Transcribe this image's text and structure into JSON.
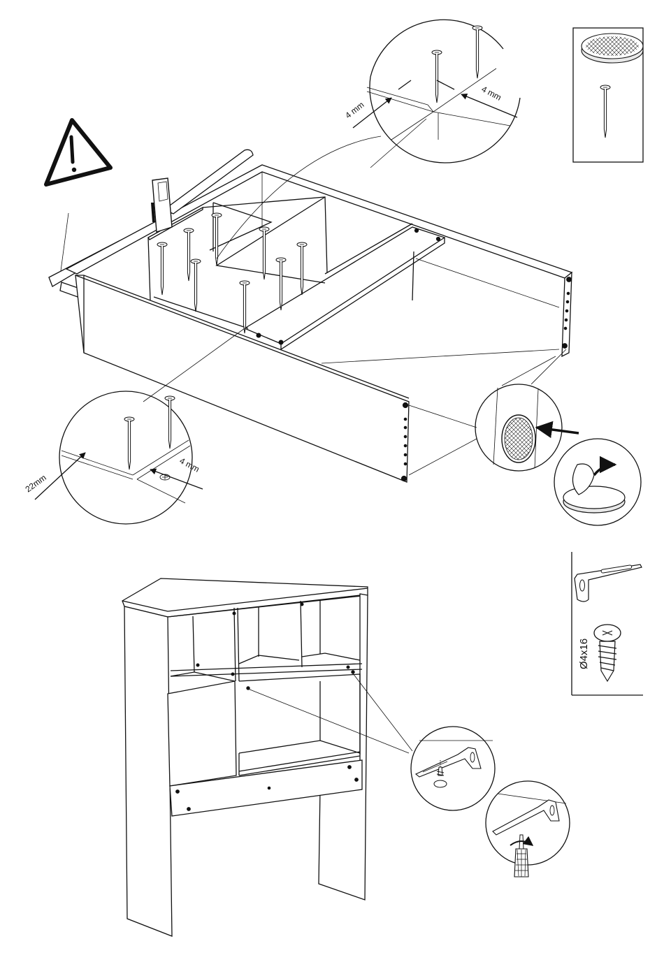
{
  "labels": {
    "gap_top_left": "4 mm",
    "gap_top_right": "4 mm",
    "gap_bottom_left": "22mm",
    "gap_bottom_right": "4 mm",
    "screw_size": "Ø4x16"
  },
  "colors": {
    "line": "#111111",
    "background": "#ffffff",
    "pad_fill": "#e9e9e9"
  },
  "icons": {
    "warning": "warning-triangle-icon",
    "hammer": "hammer-icon",
    "nail": "nail-icon",
    "felt_pad": "felt-pad-icon",
    "bracket": "l-bracket-icon",
    "screw": "screw-icon",
    "screwdriver": "screwdriver-icon"
  }
}
